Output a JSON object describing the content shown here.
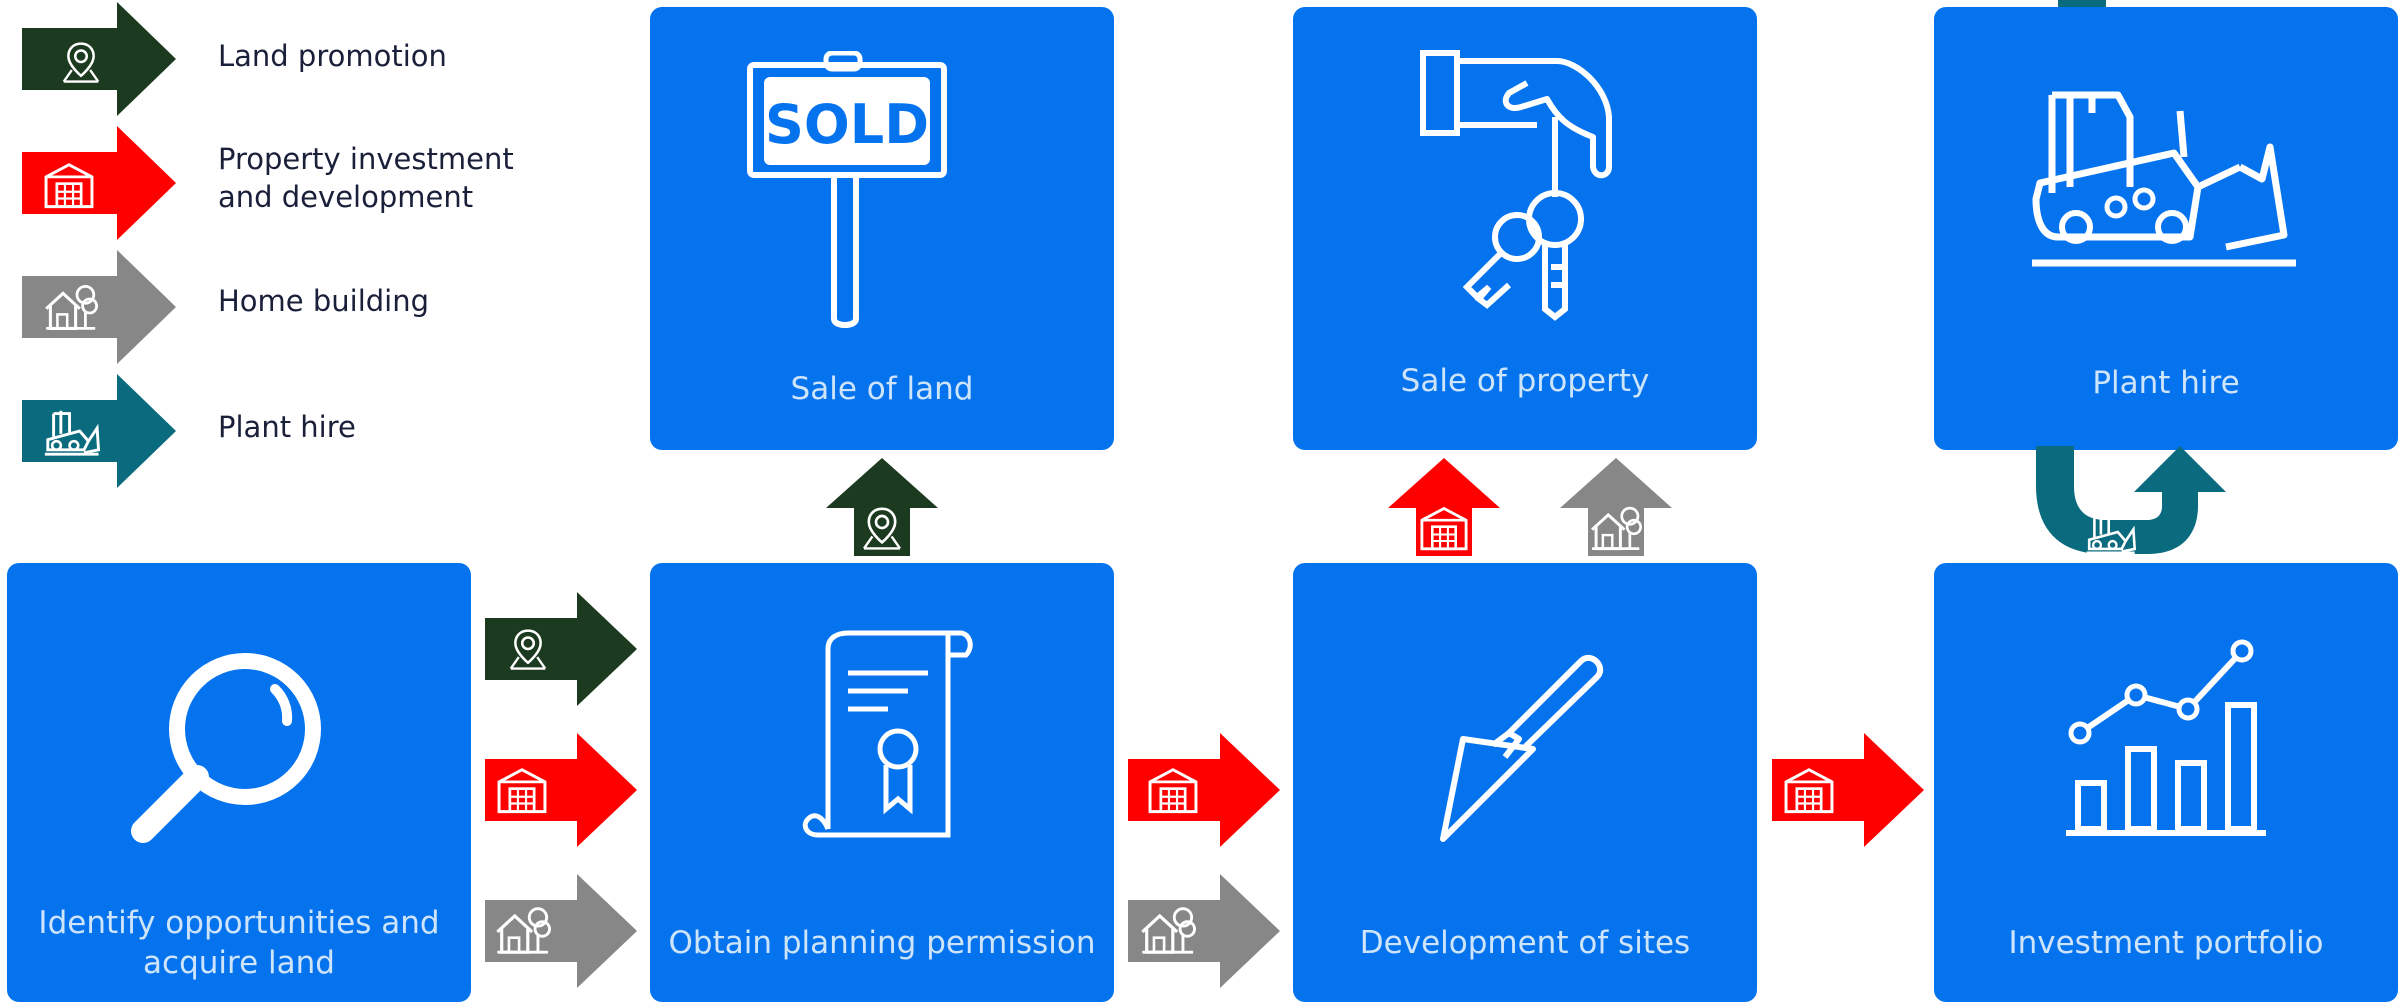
{
  "legend": [
    {
      "key": "land",
      "label": "Land promotion",
      "icon": "map-pin-icon"
    },
    {
      "key": "property",
      "label_line1": "Property investment",
      "label_line2": "and development",
      "icon": "warehouse-icon"
    },
    {
      "key": "home",
      "label": "Home building",
      "icon": "house-tree-icon"
    },
    {
      "key": "plant",
      "label": "Plant hire",
      "icon": "bulldozer-icon"
    }
  ],
  "colors": {
    "tile": "#0573EE",
    "tile_text": "#CDE4FA",
    "land": "#1B3A1F",
    "property": "#FF0000",
    "home": "#878787",
    "plant": "#0B6B7E"
  },
  "tiles": {
    "identify": {
      "label_line1": "Identify opportunities and",
      "label_line2": "acquire land",
      "icon": "magnifier-icon"
    },
    "planning": {
      "label": "Obtain planning permission",
      "icon": "certificate-scroll-icon"
    },
    "development": {
      "label": "Development of sites",
      "icon": "trowel-icon"
    },
    "portfolio": {
      "label": "Investment portfolio",
      "icon": "bar-chart-icon"
    },
    "sale_land": {
      "label": "Sale of land",
      "sign_text": "SOLD",
      "icon": "sold-sign-icon"
    },
    "sale_property": {
      "label": "Sale of property",
      "icon": "hand-keys-icon"
    },
    "plant_hire": {
      "label": "Plant hire",
      "icon": "bulldozer-icon"
    }
  }
}
